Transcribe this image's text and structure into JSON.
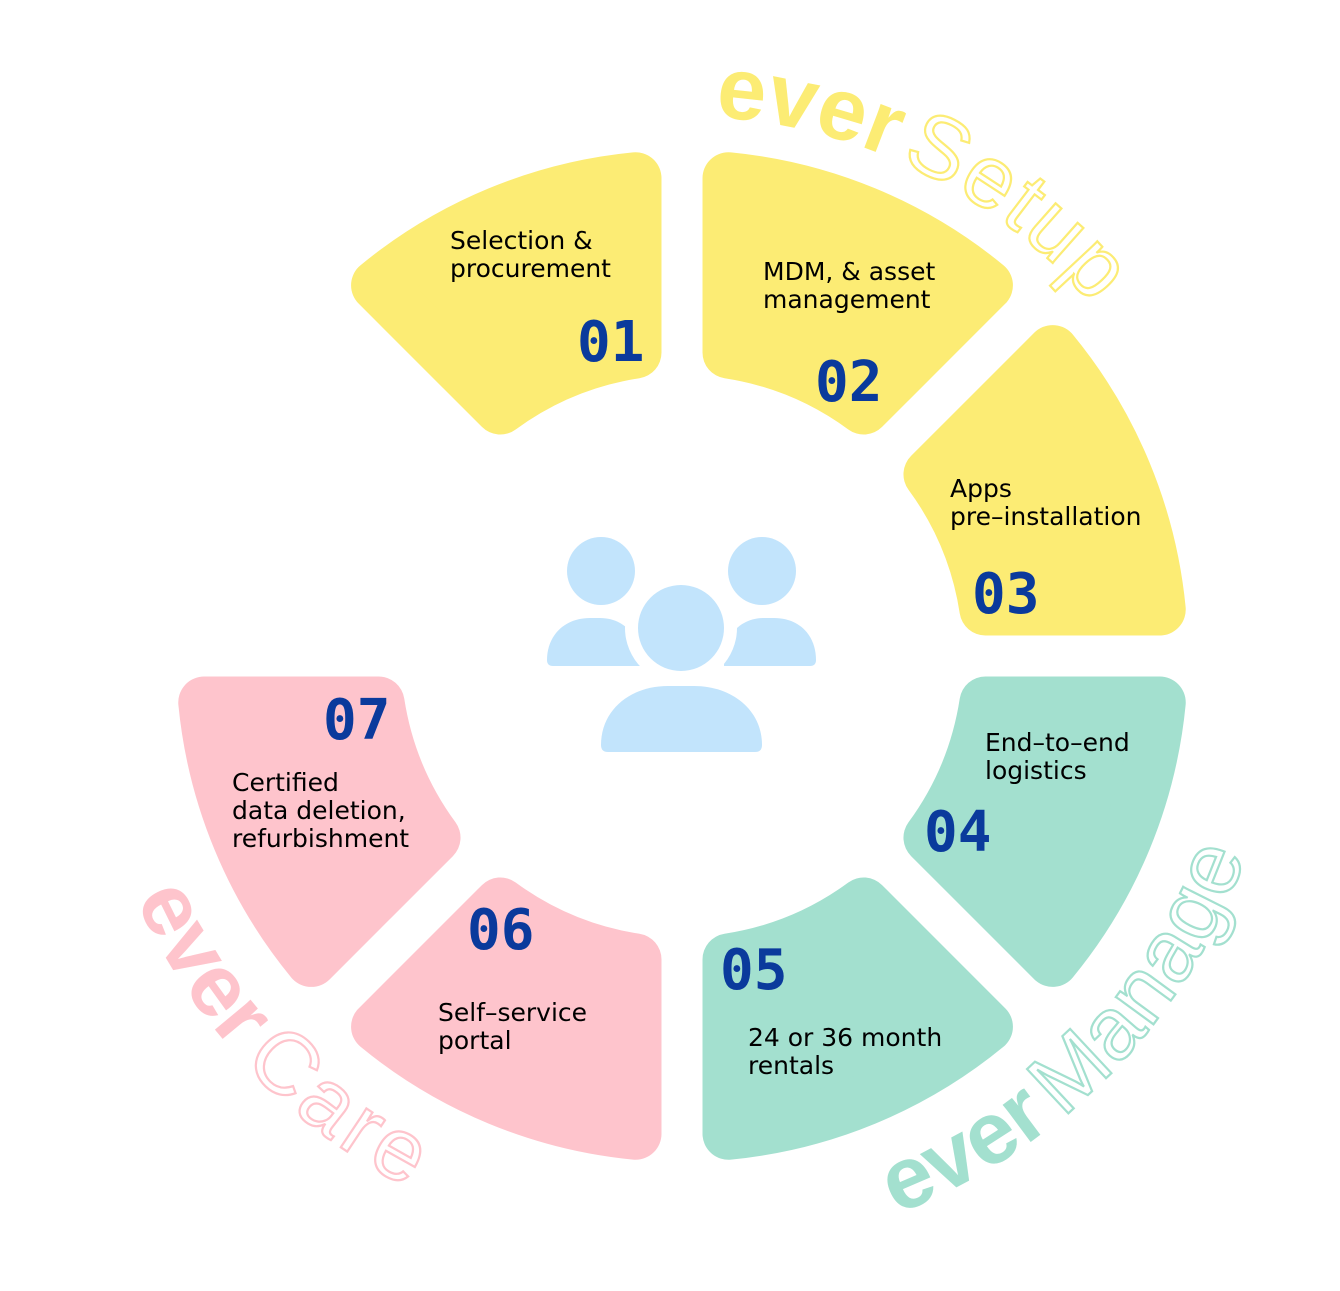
{
  "diagram": {
    "center_icon": "users-group-icon",
    "number_color": "#0A3A9C",
    "text_color": "#000000",
    "icon_color": "#C2E4FC"
  },
  "groups": [
    {
      "id": "setup",
      "prefix": "ever",
      "name": "Setup",
      "color": "#FCEC74"
    },
    {
      "id": "manage",
      "prefix": "ever",
      "name": "Manage",
      "color": "#A3E0CF"
    },
    {
      "id": "care",
      "prefix": "ever",
      "name": "Care",
      "color": "#FEC4CC"
    }
  ],
  "steps": [
    {
      "number": "01",
      "lines": [
        "Selection &",
        "procurement"
      ],
      "group": "setup"
    },
    {
      "number": "02",
      "lines": [
        "MDM, & asset",
        "management"
      ],
      "group": "setup"
    },
    {
      "number": "03",
      "lines": [
        "Apps",
        "pre–installation"
      ],
      "group": "setup"
    },
    {
      "number": "04",
      "lines": [
        "End–to–end",
        "logistics"
      ],
      "group": "manage"
    },
    {
      "number": "05",
      "lines": [
        "24 or 36 month",
        "rentals"
      ],
      "group": "manage"
    },
    {
      "number": "06",
      "lines": [
        "Self–service",
        "portal"
      ],
      "group": "care"
    },
    {
      "number": "07",
      "lines": [
        "Certified",
        "data deletion,",
        "refurbishment"
      ],
      "group": "care"
    }
  ]
}
